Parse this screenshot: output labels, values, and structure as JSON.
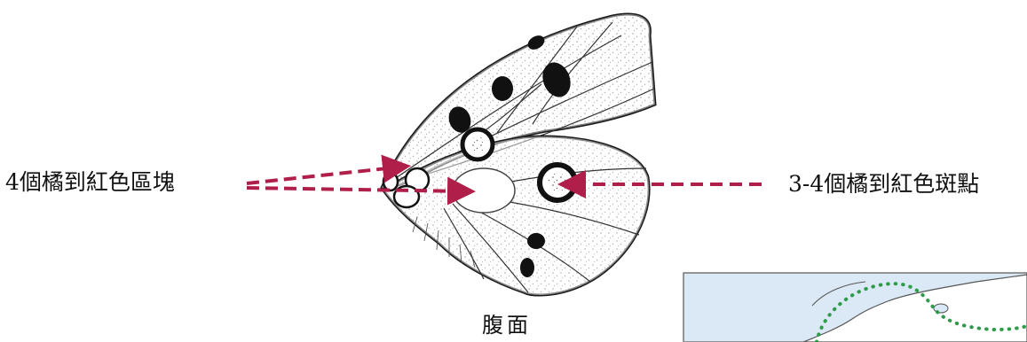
{
  "annotations": {
    "left_label": "4個橘到紅色區塊",
    "right_label": "3-4個橘到紅色斑點"
  },
  "caption": "腹面",
  "colors": {
    "arrow": "#b01e4a",
    "outline": "#1a1a1a",
    "map_water": "#dbe9f6",
    "map_range": "#2e9b4a"
  }
}
